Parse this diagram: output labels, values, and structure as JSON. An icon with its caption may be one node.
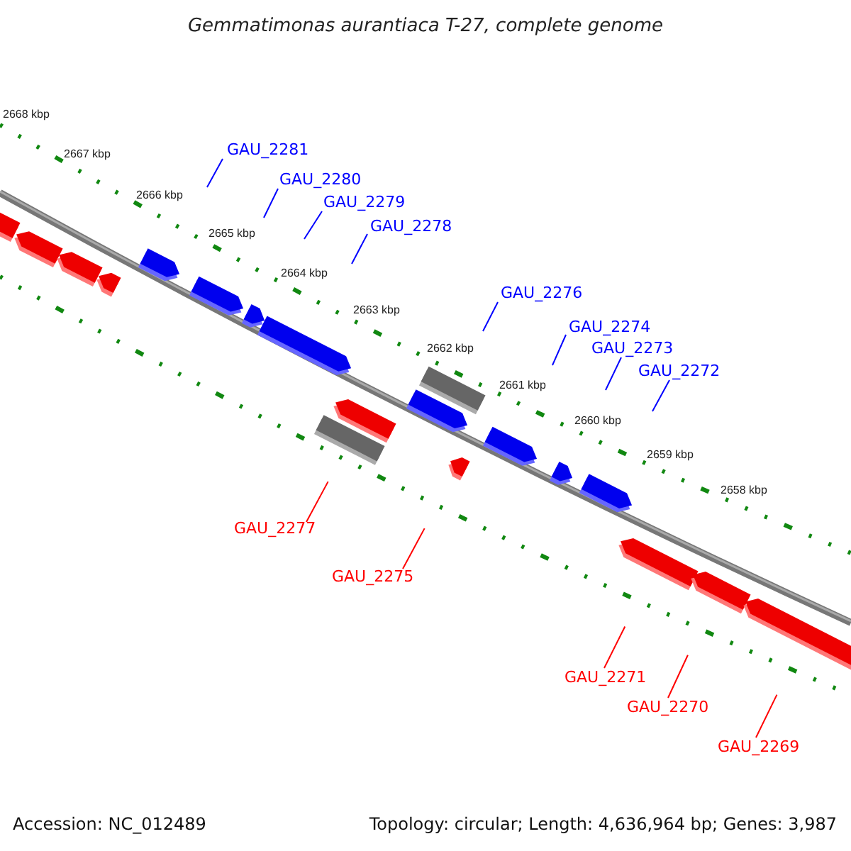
{
  "diagram": {
    "title": "Gemmatimonas aurantiaca T-27, complete genome",
    "nodes": [
      {
        "text": [
          "GAU_2281"
        ]
      },
      {
        "text": [
          "GAU_2280"
        ]
      },
      {
        "text": [
          "GAU_2279"
        ]
      },
      {
        "text": [
          "GAU_2278"
        ]
      },
      {
        "text": [
          "GAU_2276"
        ]
      },
      {
        "text": [
          "GAU_2274"
        ]
      },
      {
        "text": [
          "GAU_2273"
        ]
      },
      {
        "text": [
          "GAU_2272"
        ]
      },
      {
        "text": [
          "GAU_2277"
        ]
      },
      {
        "text": [
          "GAU_2275"
        ]
      },
      {
        "text": [
          "GAU_2271"
        ]
      },
      {
        "text": [
          "GAU_2270"
        ]
      },
      {
        "text": [
          "GAU_2269"
        ]
      }
    ],
    "edges": [
      {
        "from": 0,
        "to": null,
        "arrow": "none"
      },
      {
        "from": 1,
        "to": null,
        "arrow": "none"
      },
      {
        "from": 2,
        "to": null,
        "arrow": "none"
      },
      {
        "from": 3,
        "to": null,
        "arrow": "none"
      },
      {
        "from": 4,
        "to": null,
        "arrow": "none"
      },
      {
        "from": 5,
        "to": null,
        "arrow": "none"
      },
      {
        "from": 6,
        "to": null,
        "arrow": "none"
      },
      {
        "from": 7,
        "to": null,
        "arrow": "none"
      },
      {
        "from": 8,
        "to": null,
        "arrow": "none",
        "color": "#ff0000"
      },
      {
        "from": 9,
        "to": null,
        "arrow": "none",
        "color": "#ff0000"
      },
      {
        "from": 10,
        "to": null,
        "arrow": "none",
        "color": "#ff0000"
      },
      {
        "from": 11,
        "to": null,
        "arrow": "none",
        "color": "#ff0000"
      },
      {
        "from": 12,
        "to": null,
        "arrow": "none",
        "color": "#ff0000"
      }
    ],
    "labels": [
      "2668 kbp",
      "2667 kbp",
      "2666 kbp",
      "2665 kbp",
      "2664 kbp",
      "2663 kbp",
      "2662 kbp",
      "2661 kbp",
      "2660 kbp",
      "2659 kbp",
      "2658 kbp",
      "Accession: NC_012489",
      "Topology: circular; Length: 4,636,964 bp; Genes: 3,987"
    ]
  }
}
